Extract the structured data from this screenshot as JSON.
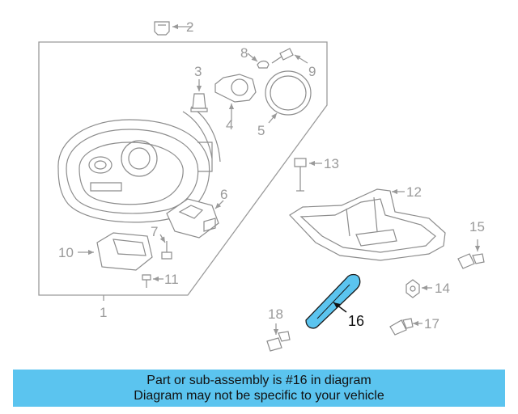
{
  "callouts": [
    "1",
    "2",
    "3",
    "4",
    "5",
    "6",
    "7",
    "8",
    "9",
    "10",
    "11",
    "12",
    "13",
    "14",
    "15",
    "16",
    "17",
    "18"
  ],
  "highlight_color": "#5bc4ef",
  "banner": {
    "line1": "Part or sub-assembly is #16 in diagram",
    "line2": "Diagram may not be specific to your vehicle",
    "background": "#5bc4ef"
  }
}
